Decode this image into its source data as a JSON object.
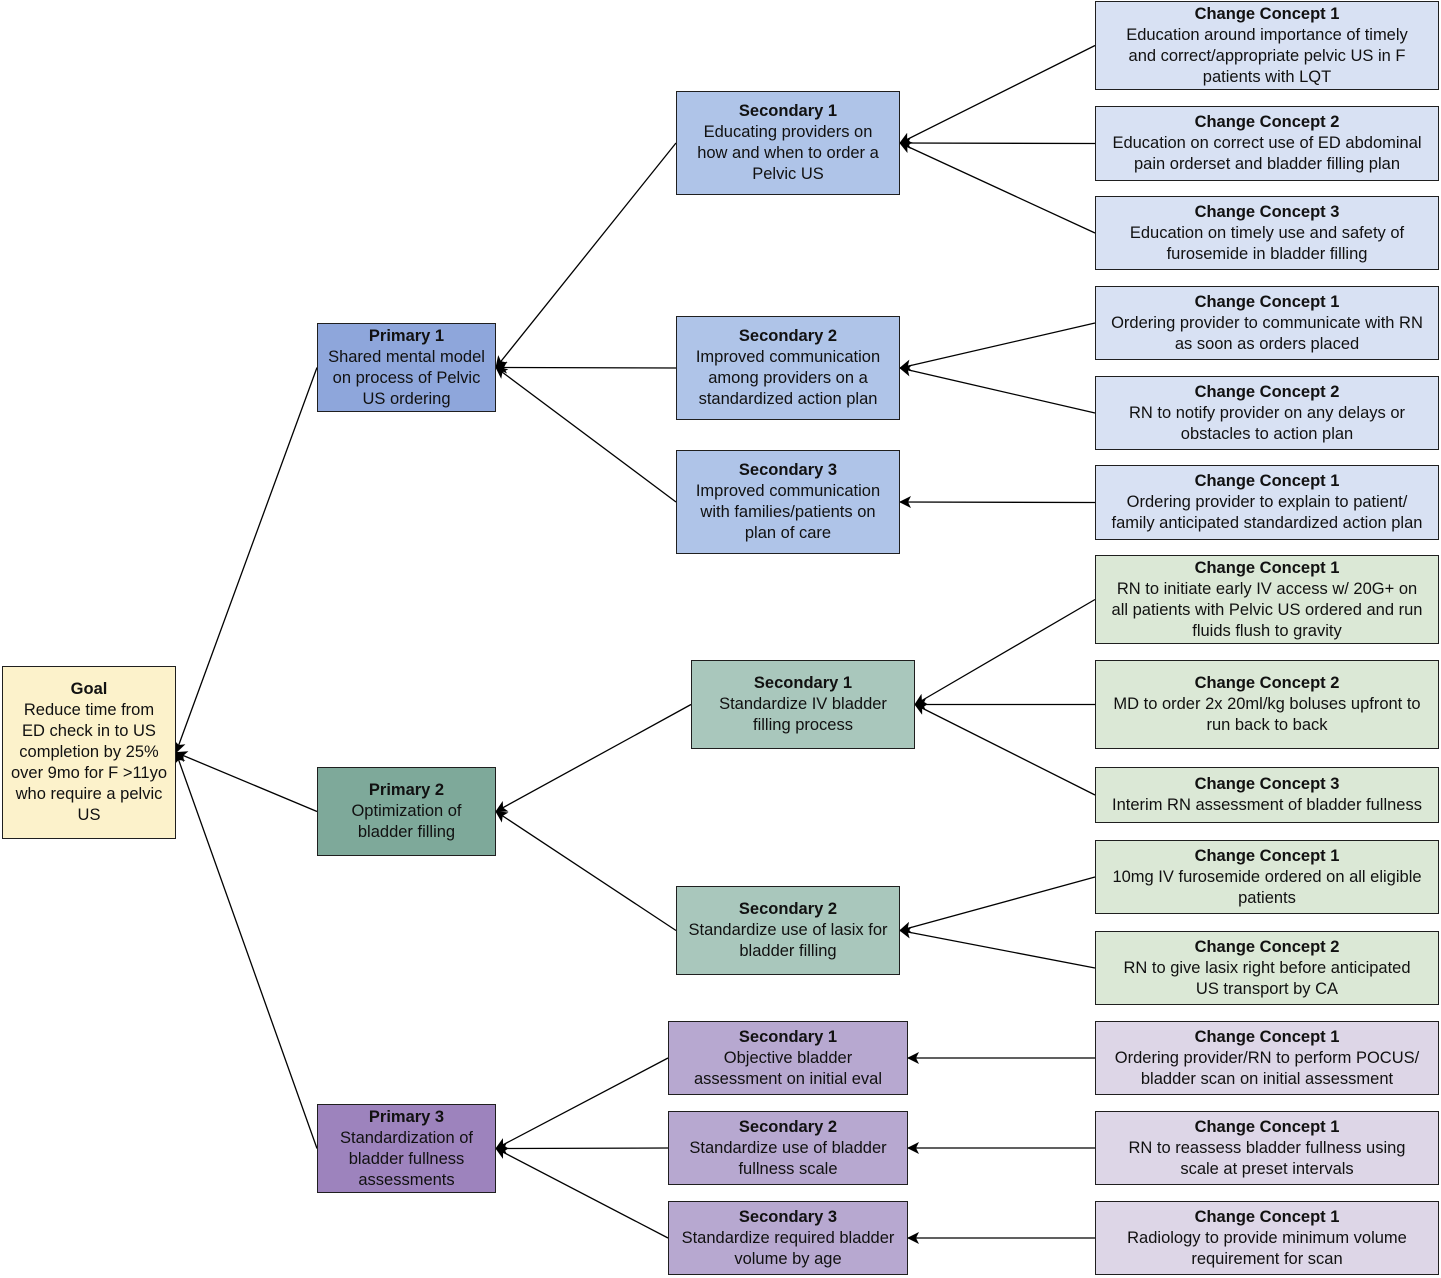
{
  "colors": {
    "goal": "#fcf2cb",
    "primary_1": "#8ea6db",
    "secondary_1": "#afc4e8",
    "change_1": "#d8e1f3",
    "primary_2": "#7ea99a",
    "secondary_2": "#a9c7bc",
    "change_2": "#dbe8d6",
    "primary_3": "#9d83bd",
    "secondary_3": "#b7a8d0",
    "change_3": "#ddd6e7",
    "line": "#000000"
  },
  "goal": {
    "title": "Goal",
    "lines": [
      "Reduce time from",
      "ED check in to US",
      "completion by 25%",
      "over 9mo for F >11yo",
      "who require a pelvic",
      "US"
    ]
  },
  "primaries": [
    {
      "title": "Primary 1",
      "lines": [
        "Shared mental model",
        "on process of Pelvic",
        "US ordering"
      ],
      "secondaries": [
        {
          "title": "Secondary 1",
          "lines": [
            "Educating providers on",
            "how and when to order a",
            "Pelvic US"
          ],
          "changes": [
            {
              "title": "Change Concept 1",
              "lines": [
                "Education around importance of timely",
                "and correct/appropriate pelvic US in F",
                "patients with LQT"
              ]
            },
            {
              "title": "Change Concept 2",
              "lines": [
                "Education on correct use of ED abdominal",
                "pain orderset and bladder filling plan"
              ]
            },
            {
              "title": "Change Concept 3",
              "lines": [
                "Education on timely use and safety of",
                "furosemide in bladder filling"
              ]
            }
          ]
        },
        {
          "title": "Secondary 2",
          "lines": [
            "Improved communication",
            "among providers on a",
            "standardized action plan"
          ],
          "changes": [
            {
              "title": "Change Concept 1",
              "lines": [
                "Ordering provider to communicate with RN",
                "as soon as orders placed"
              ]
            },
            {
              "title": "Change Concept 2",
              "lines": [
                "RN to notify provider on any delays or",
                "obstacles to action plan"
              ]
            }
          ]
        },
        {
          "title": "Secondary 3",
          "lines": [
            "Improved communication",
            "with families/patients on",
            "plan of care"
          ],
          "changes": [
            {
              "title": "Change Concept 1",
              "lines": [
                "Ordering provider to explain to patient/",
                "family anticipated standardized action plan"
              ]
            }
          ]
        }
      ]
    },
    {
      "title": "Primary 2",
      "lines": [
        "Optimization of",
        "bladder filling"
      ],
      "secondaries": [
        {
          "title": "Secondary 1",
          "lines": [
            "Standardize IV bladder",
            "filling process"
          ],
          "changes": [
            {
              "title": "Change Concept 1",
              "lines": [
                "RN to initiate early IV access w/ 20G+ on",
                "all patients with Pelvic US ordered and run",
                "fluids flush to gravity"
              ]
            },
            {
              "title": "Change Concept 2",
              "lines": [
                "MD to order 2x 20ml/kg boluses upfront to",
                "run back to back"
              ]
            },
            {
              "title": "Change Concept 3",
              "lines": [
                "Interim RN assessment of bladder fullness"
              ]
            }
          ]
        },
        {
          "title": "Secondary 2",
          "lines": [
            "Standardize use of lasix for",
            "bladder filling"
          ],
          "changes": [
            {
              "title": "Change Concept 1",
              "lines": [
                "10mg IV furosemide ordered on all eligible",
                "patients"
              ]
            },
            {
              "title": "Change Concept 2",
              "lines": [
                "RN to give lasix right before anticipated",
                "US transport by CA"
              ]
            }
          ]
        }
      ]
    },
    {
      "title": "Primary 3",
      "lines": [
        "Standardization of",
        "bladder fullness",
        "assessments"
      ],
      "secondaries": [
        {
          "title": "Secondary 1",
          "lines": [
            "Objective bladder",
            "assessment on initial eval"
          ],
          "changes": [
            {
              "title": "Change Concept 1",
              "lines": [
                "Ordering provider/RN to perform POCUS/",
                "bladder scan on initial assessment"
              ]
            }
          ]
        },
        {
          "title": "Secondary 2",
          "lines": [
            "Standardize use of bladder",
            "fullness scale"
          ],
          "changes": [
            {
              "title": "Change Concept 1",
              "lines": [
                "RN to reassess bladder fullness using",
                "scale at preset intervals"
              ]
            }
          ]
        },
        {
          "title": "Secondary 3",
          "lines": [
            "Standardize required bladder",
            "volume by age"
          ],
          "changes": [
            {
              "title": "Change Concept 1",
              "lines": [
                "Radiology to provide minimum volume",
                "requirement for scan"
              ]
            }
          ]
        }
      ]
    }
  ]
}
